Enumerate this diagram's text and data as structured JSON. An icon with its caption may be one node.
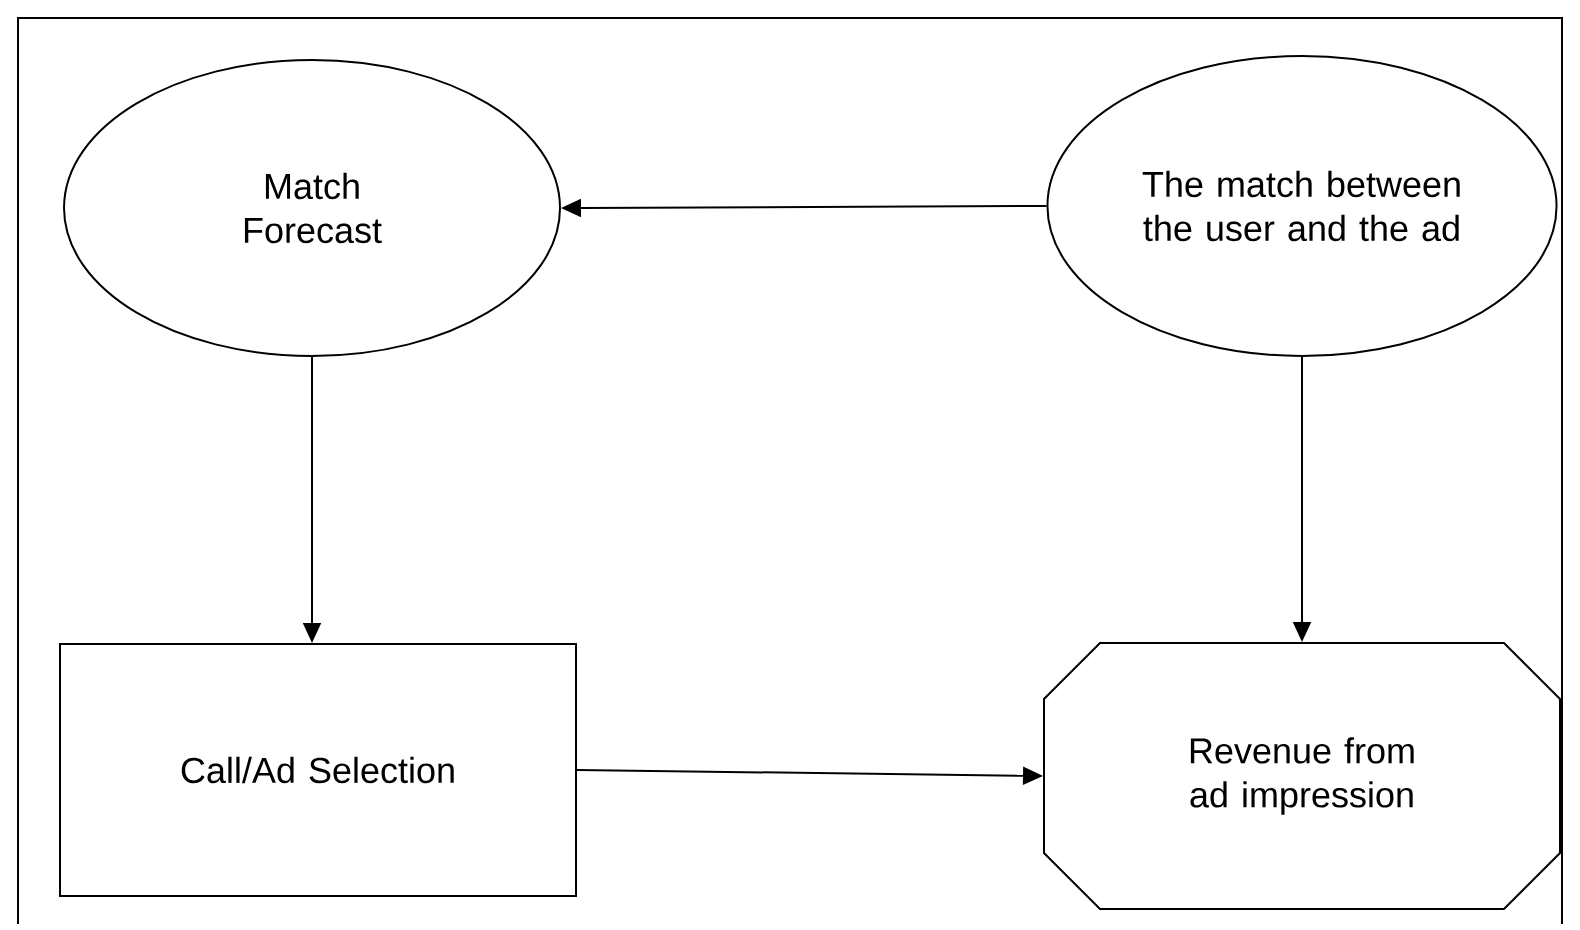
{
  "diagram": {
    "nodes": [
      {
        "text": [
          "Match Forecast"
        ]
      },
      {
        "text": [
          "The match between the user and the ad"
        ]
      },
      {
        "text": [
          "Call/Ad Selection"
        ]
      },
      {
        "text": [
          "Revenue from ad impression"
        ]
      }
    ],
    "edges": [
      {
        "from": 1,
        "to": 0,
        "arrow": "to"
      },
      {
        "from": 0,
        "to": 2,
        "arrow": "to"
      },
      {
        "from": 1,
        "to": 3,
        "arrow": "to"
      },
      {
        "from": 2,
        "to": 3,
        "arrow": "to"
      }
    ]
  }
}
